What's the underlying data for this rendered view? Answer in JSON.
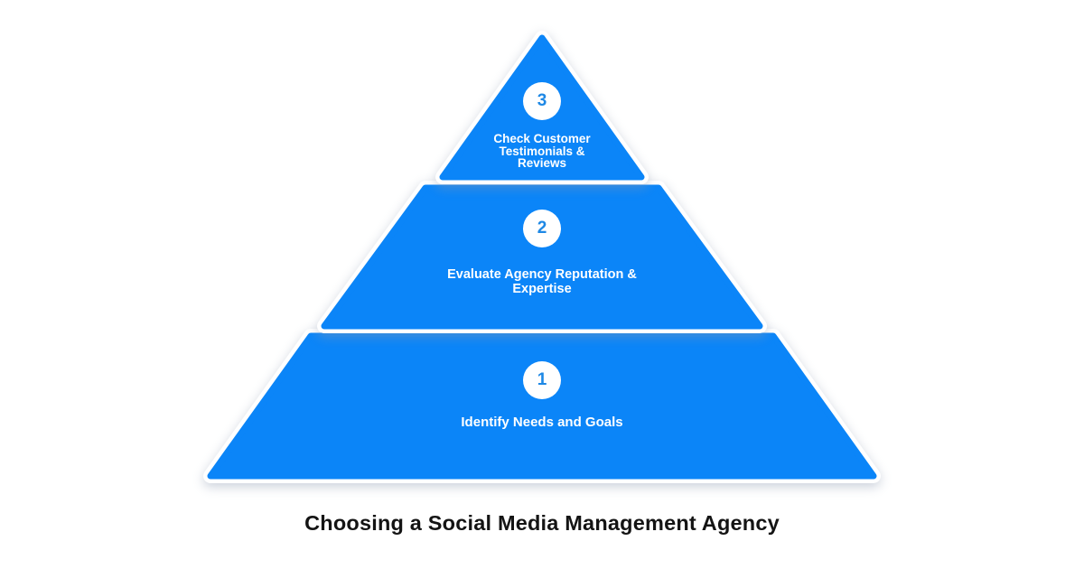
{
  "title": "Choosing a Social Media Management Agency",
  "colors": {
    "pyramid_blue": "#0B85F8",
    "number_blue": "#1E88E5",
    "label_text": "#FFFFFF",
    "title_text": "#141414",
    "background": "#FFFFFF"
  },
  "pyramid": {
    "levels": [
      {
        "number": "3",
        "label": "Check Customer Testimonials & Reviews"
      },
      {
        "number": "2",
        "label": "Evaluate Agency Reputation & Expertise"
      },
      {
        "number": "1",
        "label": "Identify Needs and Goals"
      }
    ]
  }
}
